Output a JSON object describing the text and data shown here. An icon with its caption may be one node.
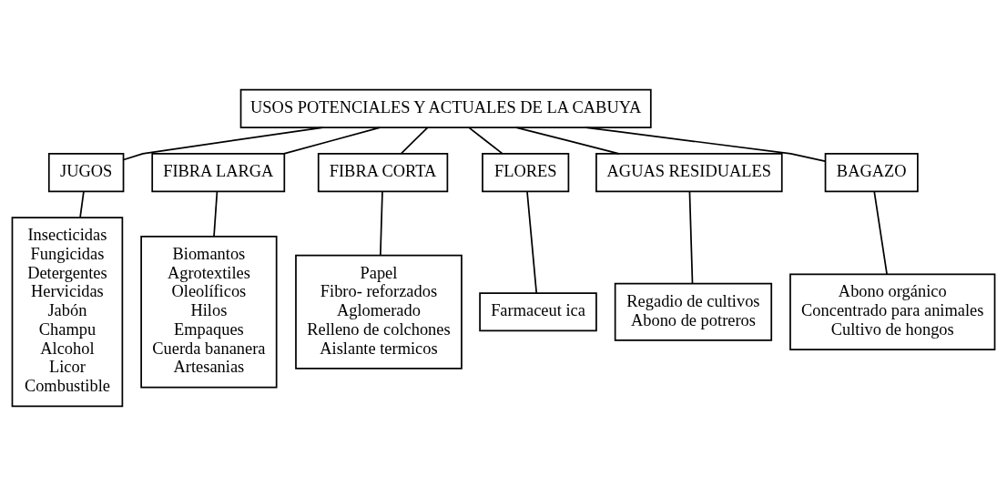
{
  "diagram": {
    "nodes": [
      {
        "text": [
          "USOS POTENCIALES Y ACTUALES DE LA CABUYA"
        ]
      },
      {
        "text": [
          "JUGOS"
        ]
      },
      {
        "text": [
          "FIBRA LARGA"
        ]
      },
      {
        "text": [
          "FIBRA CORTA"
        ]
      },
      {
        "text": [
          "FLORES"
        ]
      },
      {
        "text": [
          "AGUAS RESIDUALES"
        ]
      },
      {
        "text": [
          "BAGAZO"
        ]
      },
      {
        "text": [
          "Insecticidas",
          "Fungicidas",
          "Detergentes",
          "Hervicidas",
          "Jabón",
          "Champu",
          "Alcohol",
          "Licor",
          "Combustible"
        ]
      },
      {
        "text": [
          "Biomantos",
          "Agrotextiles",
          "Oleolíficos",
          "Hilos",
          "Empaques",
          "Cuerda bananera",
          "Artesanias"
        ]
      },
      {
        "text": [
          "Papel",
          "Fibro- reforzados",
          "Aglomerado",
          "Relleno de colchones",
          "Aislante termicos"
        ]
      },
      {
        "text": [
          "Farmaceut ica"
        ]
      },
      {
        "text": [
          "Regadio de cultivos",
          "Abono de potreros"
        ]
      },
      {
        "text": [
          "Abono orgánico",
          "Concentrado para animales",
          "Cultivo de hongos"
        ]
      }
    ],
    "edges": [
      {
        "from": 0,
        "to": 1,
        "arrow": "none"
      },
      {
        "from": 0,
        "to": 2,
        "arrow": "none"
      },
      {
        "from": 0,
        "to": 3,
        "arrow": "none"
      },
      {
        "from": 0,
        "to": 4,
        "arrow": "none"
      },
      {
        "from": 0,
        "to": 5,
        "arrow": "none"
      },
      {
        "from": 0,
        "to": 6,
        "arrow": "none"
      },
      {
        "from": 1,
        "to": 7,
        "arrow": "none"
      },
      {
        "from": 2,
        "to": 8,
        "arrow": "none"
      },
      {
        "from": 3,
        "to": 9,
        "arrow": "none"
      },
      {
        "from": 4,
        "to": 10,
        "arrow": "none"
      },
      {
        "from": 5,
        "to": 11,
        "arrow": "none"
      },
      {
        "from": 6,
        "to": 12,
        "arrow": "none"
      }
    ]
  }
}
